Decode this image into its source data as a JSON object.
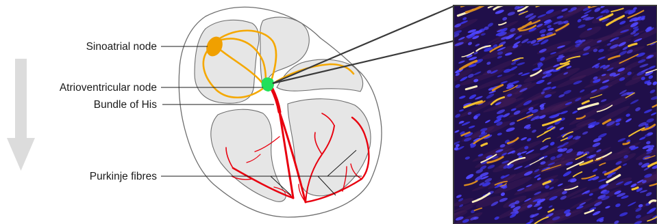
{
  "labels": {
    "sinoatrial": "Sinoatrial node",
    "atrioventricular": "Atrioventricular node",
    "bundle": "Bundle of His",
    "purkinje": "Purkinje fibres"
  },
  "colors": {
    "conduction_atrial": "#f5a800",
    "sa_node": "#f0a000",
    "av_node": "#22e05a",
    "purkinje": "#e8000f",
    "heart_fill": "#e6e6e6",
    "heart_outline": "#6d6d6d",
    "arrow": "#dcdcdc",
    "micrograph_bg": "#200f4a",
    "nuclei": "#3a35e8",
    "fibres": "#f1c030"
  },
  "icons": {
    "arrow": "down-arrow-icon"
  }
}
